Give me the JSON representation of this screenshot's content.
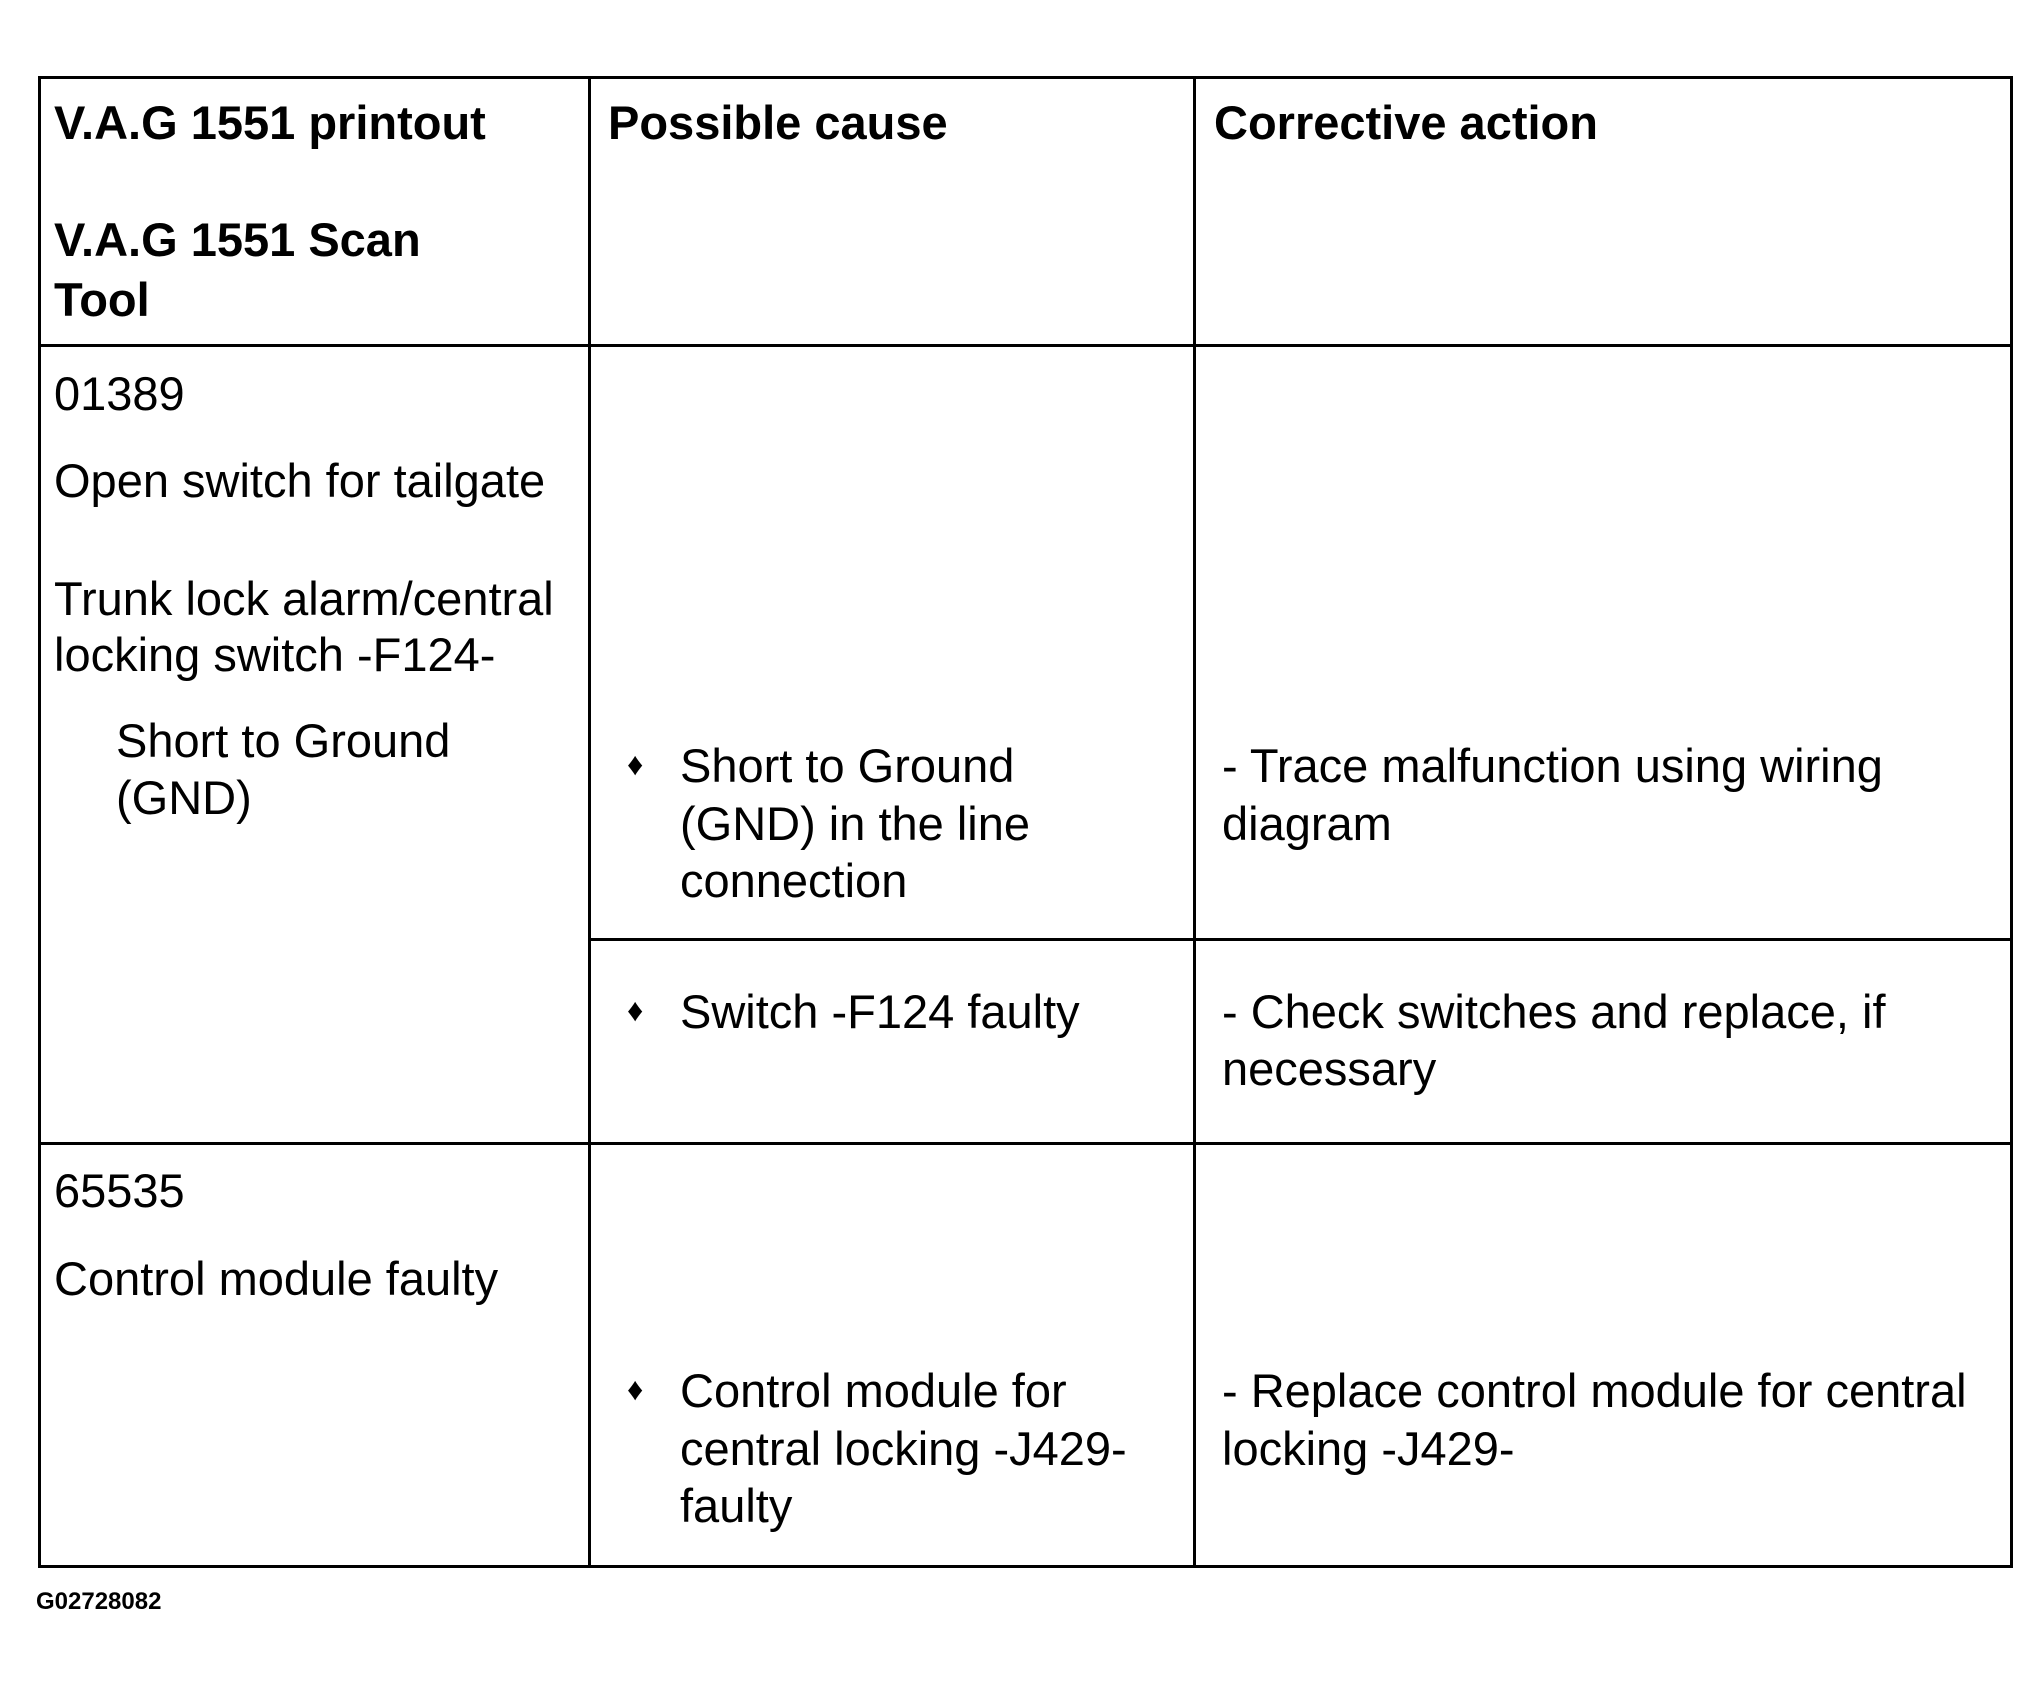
{
  "table": {
    "headers": {
      "printout": "V.A.G 1551 printout",
      "scan_tool_line1": "V.A.G 1551 Scan",
      "scan_tool_line2": "Tool",
      "possible_cause": "Possible cause",
      "corrective_action": "Corrective action"
    },
    "rows": [
      {
        "code": "01389",
        "desc1": "Open switch for tailgate",
        "desc2_line1": "Trunk lock alarm/central",
        "desc2_line2": "locking switch -F124-",
        "fault_line1": "Short to Ground",
        "fault_line2": "(GND)",
        "causes": [
          {
            "bullet": "♦",
            "line1": "Short to Ground",
            "line2": "(GND) in the line",
            "line3": "connection",
            "action_line1": "- Trace malfunction using wiring",
            "action_line2": "diagram"
          },
          {
            "bullet": "♦",
            "line1": "Switch -F124 faulty",
            "action_line1": "- Check switches and replace, if",
            "action_line2": "necessary"
          }
        ]
      },
      {
        "code": "65535",
        "desc1": "Control module faulty",
        "causes": [
          {
            "bullet": "♦",
            "line1": "Control module for",
            "line2": "central locking -J429-",
            "line3": "faulty",
            "action_line1": "- Replace control module for central",
            "action_line2": "locking -J429-"
          }
        ]
      }
    ]
  },
  "figure_id": "G02728082"
}
